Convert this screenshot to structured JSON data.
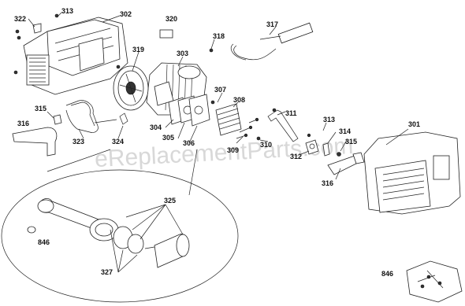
{
  "watermark": "eReplacementParts.com",
  "labels": {
    "p322": "322",
    "p313a": "313",
    "p302": "302",
    "p320": "320",
    "p318": "318",
    "p317": "317",
    "p319": "319",
    "p303": "303",
    "p307": "307",
    "p308": "308",
    "p315a": "315",
    "p316a": "316",
    "p323": "323",
    "p324": "324",
    "p304": "304",
    "p305": "305",
    "p306": "306",
    "p309": "309",
    "p311": "311",
    "p310": "310",
    "p313b": "313",
    "p314": "314",
    "p312": "312",
    "p315b": "315",
    "p301": "301",
    "p316b": "316",
    "p325": "325",
    "p846a": "846",
    "p327": "327",
    "p846b": "846"
  }
}
